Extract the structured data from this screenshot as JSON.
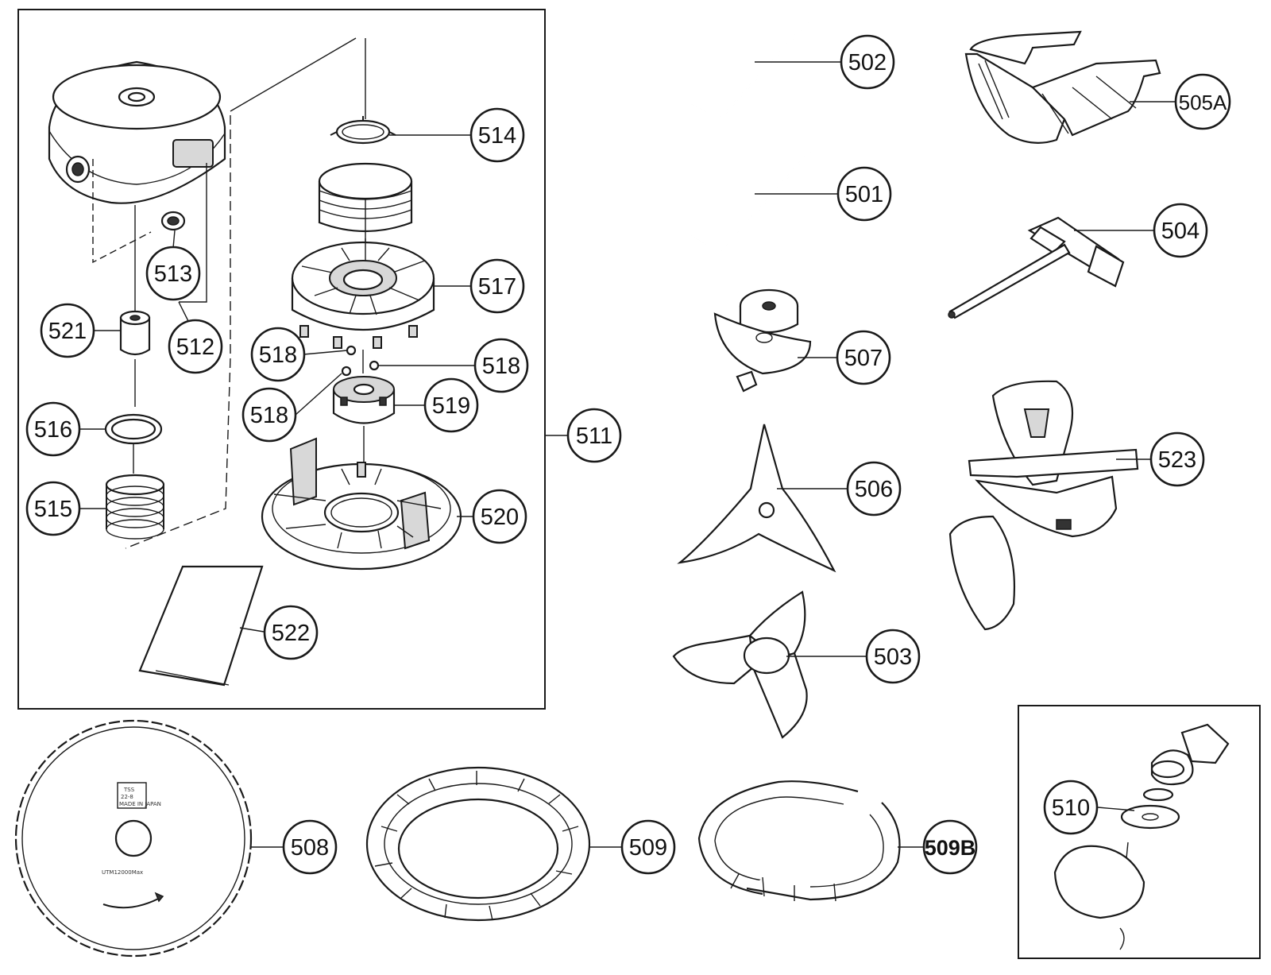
{
  "callouts": {
    "c502": "502",
    "c505A": "505A",
    "c514": "514",
    "c501": "501",
    "c504": "504",
    "c517": "517",
    "c513": "513",
    "c521": "521",
    "c512": "512",
    "c518a": "518",
    "c518b": "518",
    "c518c": "518",
    "c507": "507",
    "c519": "519",
    "c516": "516",
    "c511": "511",
    "c523": "523",
    "c506": "506",
    "c515": "515",
    "c520": "520",
    "c522": "522",
    "c503": "503",
    "c510": "510",
    "c508": "508",
    "c509": "509",
    "c509B": "509B"
  },
  "blade_markings": {
    "stamp_line1": "TSS",
    "stamp_line2": "22-8",
    "stamp_line3": "MADE IN JAPAN",
    "rim_text": "UTM12000Max"
  },
  "colors": {
    "line": "#1a1a1a",
    "background": "#ffffff",
    "shade": "#d8d8d8"
  }
}
